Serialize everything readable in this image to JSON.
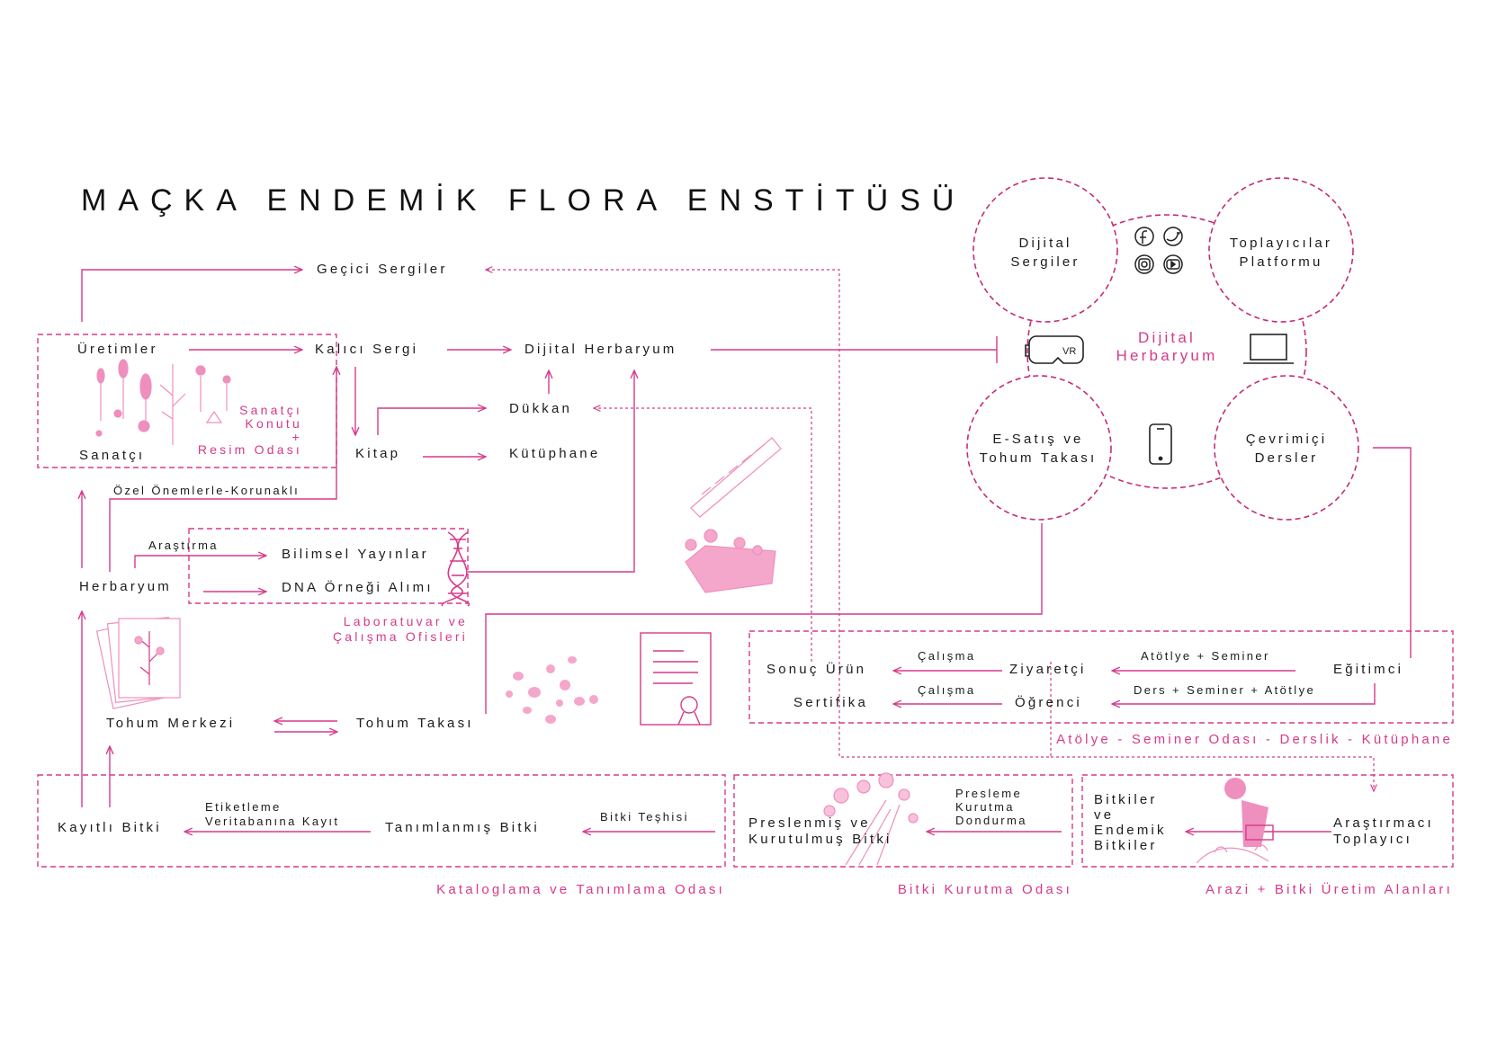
{
  "title": "MAÇKA ENDEMİK FLORA ENSTİTÜSÜ",
  "colors": {
    "accent": "#d63a8a",
    "accent_light": "#ef8fbd",
    "text": "#1b1b1b"
  },
  "nodes": {
    "gecici_sergiler": "Geçici Sergiler",
    "uretimler": "Üretimler",
    "kalici_sergi": "Kalıcı Sergi",
    "dijital_herbaryum": "Dijital Herbaryum",
    "sanatci": "Sanatçı",
    "sanatci_konutu": "Sanatçı\nKonutu\n+\nResim Odası",
    "dukkan": "Dükkan",
    "kitap": "Kitap",
    "kutuphane": "Kütüphane",
    "ozel_onemlerle": "Özel Önemlerle-Korunaklı",
    "arastirma": "Araştırma",
    "bilimsel_yayinlar": "Bilimsel Yayınlar",
    "dna_ornegi": "DNA Örneği Alımı",
    "herbaryum": "Herbaryum",
    "laboratuvar": "Laboratuvar ve\nÇalışma Ofisleri",
    "tohum_merkezi": "Tohum Merkezi",
    "tohum_takasi": "Tohum Takası",
    "kayitli_bitki": "Kayıtlı Bitki",
    "etiketleme": "Etiketleme\nVeritabanına Kayıt",
    "tanimlanmis_bitki": "Tanımlanmış Bitki",
    "bitki_teshisi": "Bitki Teşhisi",
    "preslenmis": "Preslenmiş ve\nKurutulmuş Bitki",
    "presleme": "Presleme\nKurutma\nDondurma",
    "bitkiler_endemik": "Bitkiler\nve\nEndemik\nBitkiler",
    "arastirmaci": "Araştırmacı\nToplayıcı",
    "sonuc_urun": "Sonuç Ürün",
    "calisma1": "Çalışma",
    "ziyaretci": "Ziyaretçi",
    "atolye_seminer": "Atötlye + Seminer",
    "egitimci": "Eğitimci",
    "sertifika": "Sertifika",
    "calisma2": "Çalışma",
    "ogrenci": "Öğrenci",
    "ders_seminer": "Ders + Seminer + Atötlye"
  },
  "zones": {
    "atolye": "Atölye - Seminer Odası - Derslik - Kütüphane",
    "kataloglama": "Kataloglama ve Tanımlama Odası",
    "kurutma": "Bitki Kurutma Odası",
    "arazi": "Arazi + Bitki Üretim Alanları"
  },
  "digital": {
    "center": "Dijital\nHerbaryum",
    "dijital_sergiler": "Dijital\nSergiler",
    "toplayicilar": "Toplayıcılar\nPlatformu",
    "esatis": "E-Satış ve\nTohum Takası",
    "cevrimici": "Çevrimiçi\nDersler",
    "vr_text": "VR"
  },
  "icons": [
    "facebook-icon",
    "twitter-icon",
    "instagram-icon",
    "youtube-icon",
    "vr-headset-icon",
    "laptop-icon",
    "smartphone-icon",
    "dna-icon",
    "certificate-icon",
    "flower-illustration",
    "seeds-illustration",
    "herbarium-sheets-icon",
    "gardener-icon"
  ]
}
